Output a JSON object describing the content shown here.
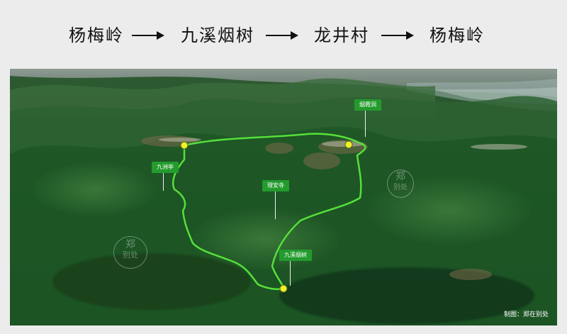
{
  "route": {
    "stops": [
      "杨梅岭",
      "九溪烟树",
      "龙井村",
      "杨梅岭"
    ]
  },
  "map": {
    "labels": {
      "yanxiadong": "烟霞洞",
      "jiuzhou_ting": "九洲亭",
      "li_an_si": "理安寺",
      "jiuxi_yanshu": "九溪烟树"
    },
    "credit": "制图：郑在别处",
    "watermark": [
      "郑",
      "别处"
    ],
    "colors": {
      "route": "#55e03a",
      "label_bg": "#239b2d",
      "marker": "#f2ee2a"
    }
  }
}
